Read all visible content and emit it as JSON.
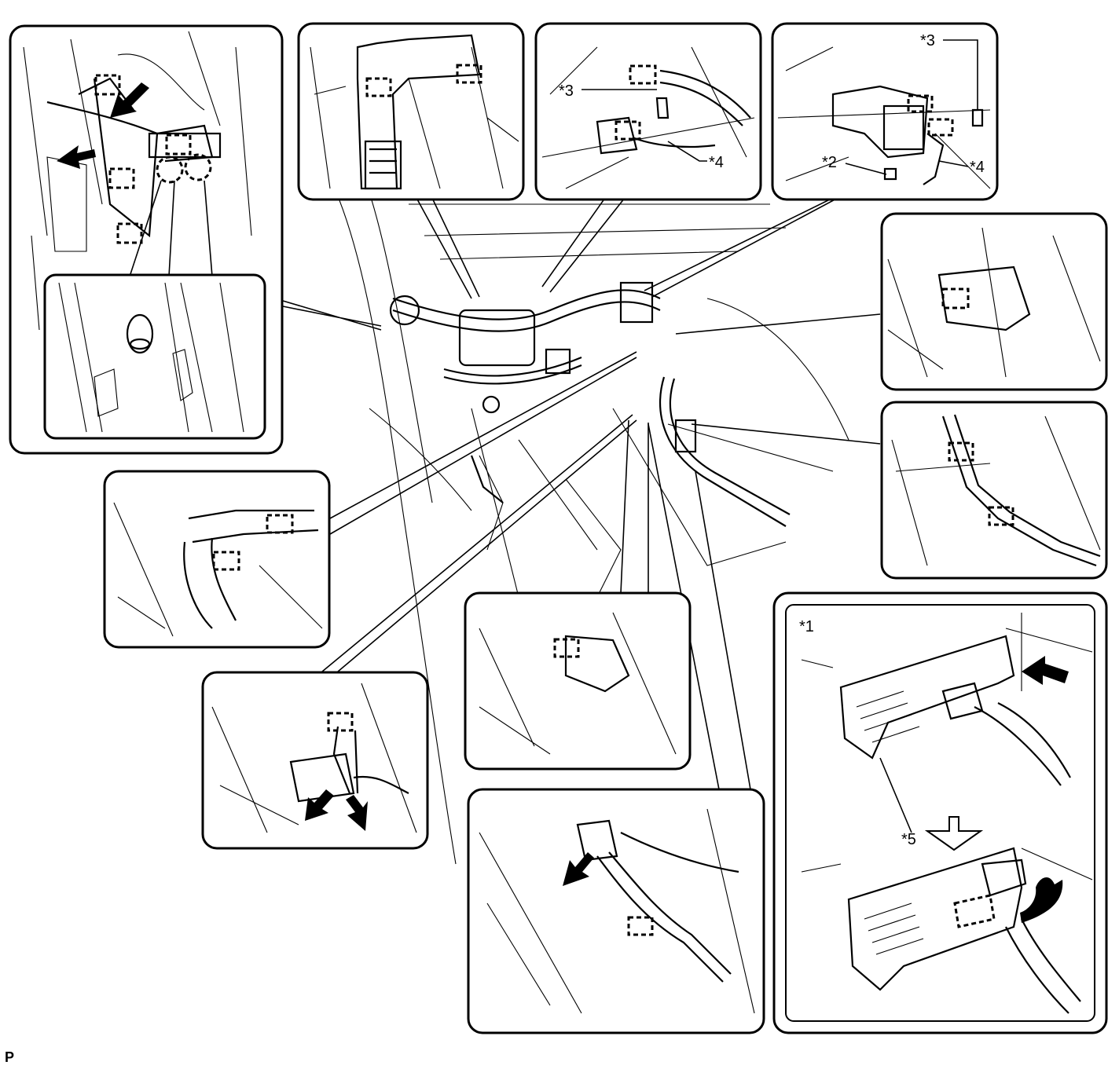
{
  "callouts": {
    "c3a": "*3",
    "c4a": "*4",
    "c3b": "*3",
    "c2": "*2",
    "c4b": "*4",
    "c1": "*1",
    "c5": "*5"
  },
  "corner_code": "P"
}
